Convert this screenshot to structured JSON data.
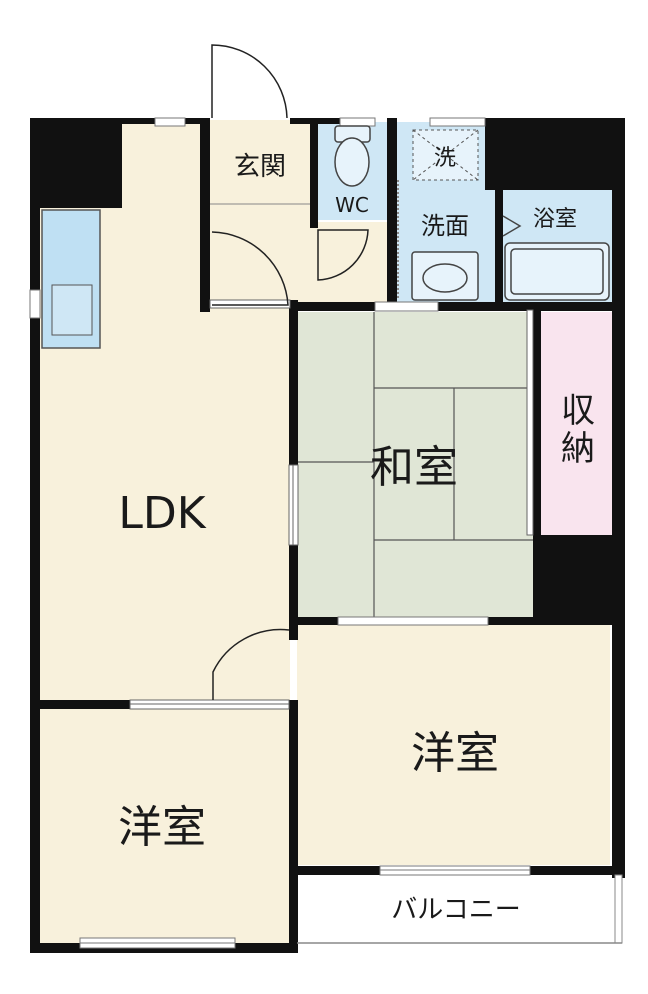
{
  "floor_plan": {
    "rooms": {
      "entrance": "玄関",
      "toilet": "WC",
      "washing_machine": "洗",
      "washroom": "洗面",
      "bathroom": "浴室",
      "ldk": "LDK",
      "washitsu": "和室",
      "storage_line1": "収",
      "storage_line2": "納",
      "western_room_south": "洋室",
      "western_room_southwest": "洋室",
      "balcony": "バルコニー"
    },
    "colors": {
      "wall": "#111111",
      "ldk_floor": "#f8f1dc",
      "tatami": "#e0e6d6",
      "storage": "#f9e4ee",
      "wet_area": "#cfe7f5",
      "fixture": "#bfe0f3"
    }
  }
}
